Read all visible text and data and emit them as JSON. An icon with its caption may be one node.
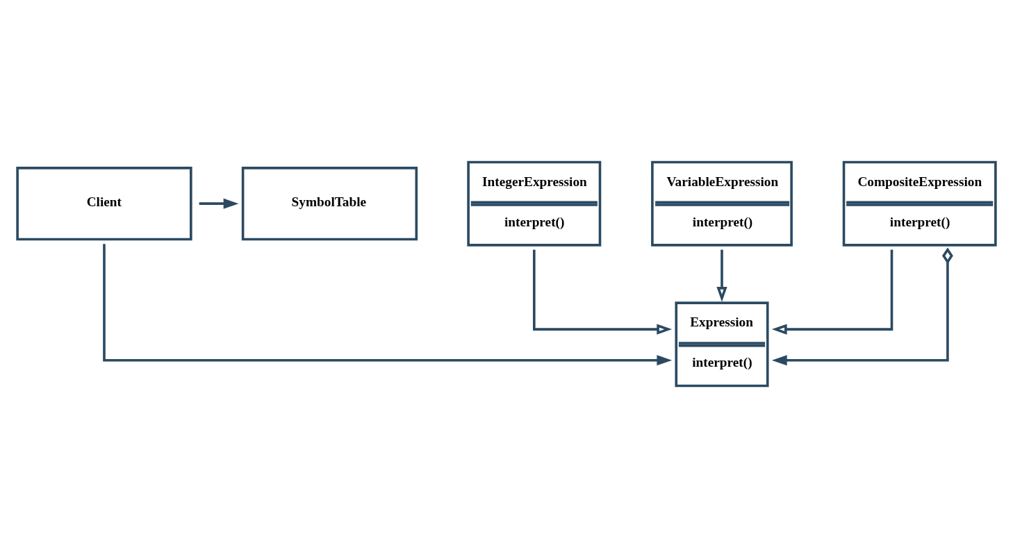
{
  "diagram": {
    "nodes": [
      {
        "text": [
          "SymbolTable"
        ]
      },
      {
        "text": [
          "Client"
        ]
      },
      {
        "text": [
          "Expression",
          "interpret()"
        ]
      },
      {
        "text": [
          "IntegerExpression",
          "interpret()"
        ]
      },
      {
        "text": [
          "VariableExpression",
          "interpret()"
        ]
      },
      {
        "text": [
          "CompositeExpression",
          "interpret()"
        ]
      }
    ],
    "edges": [
      {
        "from": 1,
        "to": 0,
        "arrow": "to"
      },
      {
        "from": 1,
        "to": 2,
        "arrow": "to"
      },
      {
        "from": 3,
        "to": 2,
        "arrow": "to"
      },
      {
        "from": 4,
        "to": 2,
        "arrow": "to"
      },
      {
        "from": 5,
        "to": 2,
        "arrow": "to"
      },
      {
        "from": 5,
        "to": 2,
        "arrow": "to"
      }
    ]
  }
}
